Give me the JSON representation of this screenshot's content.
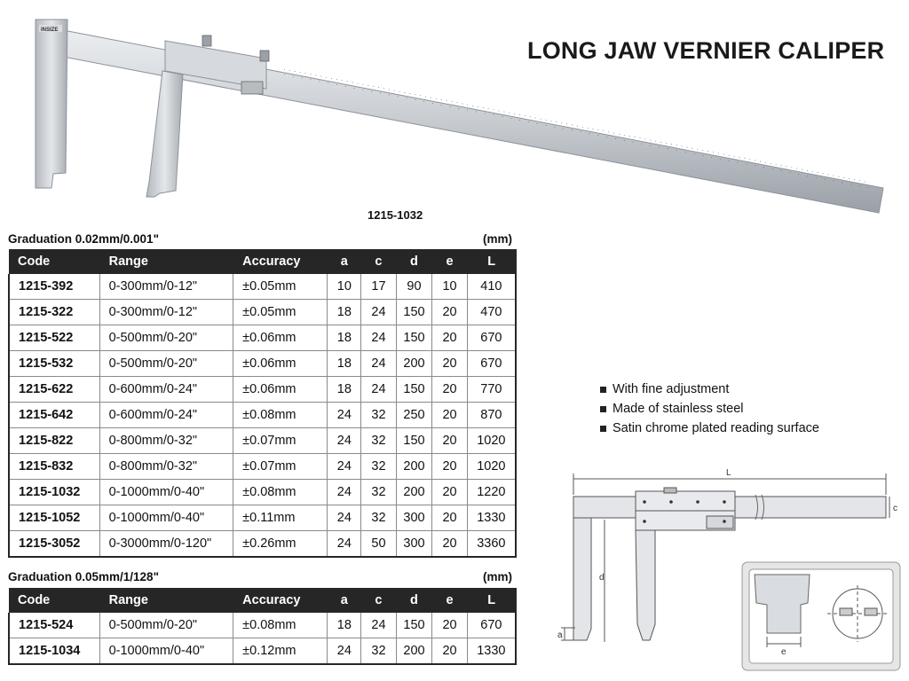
{
  "page": {
    "title": "LONG JAW VERNIER CALIPER",
    "model_caption": "1215-1032"
  },
  "tables": [
    {
      "graduation": "Graduation 0.02mm/0.001\"",
      "unit": "(mm)",
      "headers": [
        "Code",
        "Range",
        "Accuracy",
        "a",
        "c",
        "d",
        "e",
        "L"
      ],
      "rows": [
        [
          "1215-392",
          "0-300mm/0-12\"",
          "±0.05mm",
          "10",
          "17",
          "90",
          "10",
          "410"
        ],
        [
          "1215-322",
          "0-300mm/0-12\"",
          "±0.05mm",
          "18",
          "24",
          "150",
          "20",
          "470"
        ],
        [
          "1215-522",
          "0-500mm/0-20\"",
          "±0.06mm",
          "18",
          "24",
          "150",
          "20",
          "670"
        ],
        [
          "1215-532",
          "0-500mm/0-20\"",
          "±0.06mm",
          "18",
          "24",
          "200",
          "20",
          "670"
        ],
        [
          "1215-622",
          "0-600mm/0-24\"",
          "±0.06mm",
          "18",
          "24",
          "150",
          "20",
          "770"
        ],
        [
          "1215-642",
          "0-600mm/0-24\"",
          "±0.08mm",
          "24",
          "32",
          "250",
          "20",
          "870"
        ],
        [
          "1215-822",
          "0-800mm/0-32\"",
          "±0.07mm",
          "24",
          "32",
          "150",
          "20",
          "1020"
        ],
        [
          "1215-832",
          "0-800mm/0-32\"",
          "±0.07mm",
          "24",
          "32",
          "200",
          "20",
          "1020"
        ],
        [
          "1215-1032",
          "0-1000mm/0-40\"",
          "±0.08mm",
          "24",
          "32",
          "200",
          "20",
          "1220"
        ],
        [
          "1215-1052",
          "0-1000mm/0-40\"",
          "±0.11mm",
          "24",
          "32",
          "300",
          "20",
          "1330"
        ],
        [
          "1215-3052",
          "0-3000mm/0-120\"",
          "±0.26mm",
          "24",
          "50",
          "300",
          "20",
          "3360"
        ]
      ]
    },
    {
      "graduation": "Graduation 0.05mm/1/128\"",
      "unit": "(mm)",
      "headers": [
        "Code",
        "Range",
        "Accuracy",
        "a",
        "c",
        "d",
        "e",
        "L"
      ],
      "rows": [
        [
          "1215-524",
          "0-500mm/0-20\"",
          "±0.08mm",
          "18",
          "24",
          "150",
          "20",
          "670"
        ],
        [
          "1215-1034",
          "0-1000mm/0-40\"",
          "±0.12mm",
          "24",
          "32",
          "200",
          "20",
          "1330"
        ]
      ]
    }
  ],
  "features": [
    "With fine adjustment",
    "Made of stainless steel",
    "Satin chrome plated reading surface"
  ],
  "diagram": {
    "labels": {
      "L": "L",
      "c": "c",
      "d": "d",
      "a": "a",
      "e": "e"
    }
  },
  "colors": {
    "header_bg": "#262626",
    "header_text": "#ffffff",
    "steel": "#c9cdd2"
  },
  "photo": {
    "brand": "INSIZE"
  }
}
